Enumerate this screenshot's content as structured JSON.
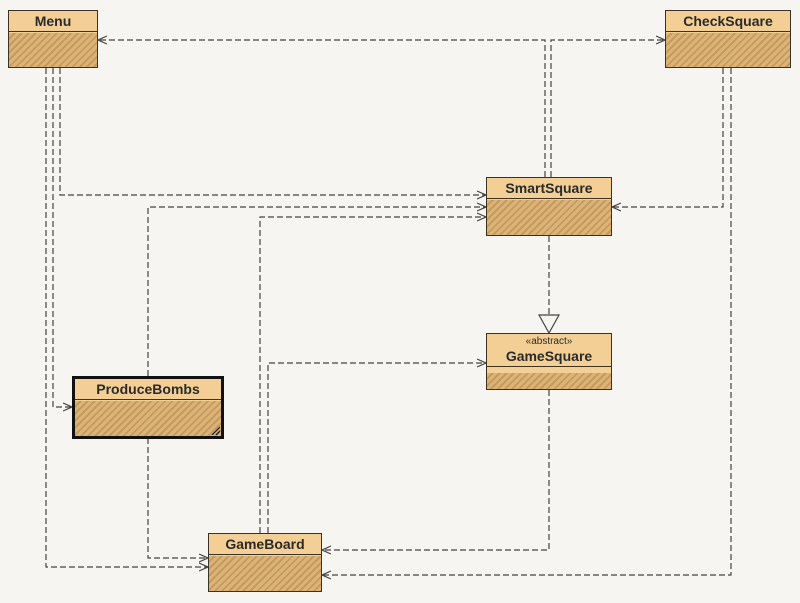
{
  "diagram": {
    "classes": {
      "menu": {
        "name": "Menu"
      },
      "check_square": {
        "name": "CheckSquare"
      },
      "smart_square": {
        "name": "SmartSquare"
      },
      "game_square": {
        "name": "GameSquare",
        "stereotype": "«abstract»"
      },
      "produce_bombs": {
        "name": "ProduceBombs"
      },
      "game_board": {
        "name": "GameBoard"
      }
    },
    "relations": [
      {
        "type": "dependency",
        "from": "Menu",
        "to": "SmartSquare"
      },
      {
        "type": "dependency",
        "from": "Menu",
        "to": "ProduceBombs"
      },
      {
        "type": "dependency",
        "from": "Menu",
        "to": "GameBoard"
      },
      {
        "type": "dependency",
        "from": "SmartSquare",
        "to": "Menu"
      },
      {
        "type": "dependency",
        "from": "SmartSquare",
        "to": "CheckSquare"
      },
      {
        "type": "dependency",
        "from": "CheckSquare",
        "to": "SmartSquare"
      },
      {
        "type": "dependency",
        "from": "CheckSquare",
        "to": "GameBoard"
      },
      {
        "type": "generalization",
        "from": "SmartSquare",
        "to": "GameSquare"
      },
      {
        "type": "dependency",
        "from": "GameSquare",
        "to": "GameBoard"
      },
      {
        "type": "dependency",
        "from": "ProduceBombs",
        "to": "SmartSquare"
      },
      {
        "type": "dependency",
        "from": "ProduceBombs",
        "to": "GameBoard"
      },
      {
        "type": "dependency",
        "from": "GameBoard",
        "to": "SmartSquare"
      },
      {
        "type": "dependency",
        "from": "GameBoard",
        "to": "GameSquare"
      }
    ],
    "colors": {
      "class_fill": "#f3cf95",
      "class_hatch": "#c49a5d",
      "line": "#444444",
      "background": "#f7f5f1"
    }
  }
}
